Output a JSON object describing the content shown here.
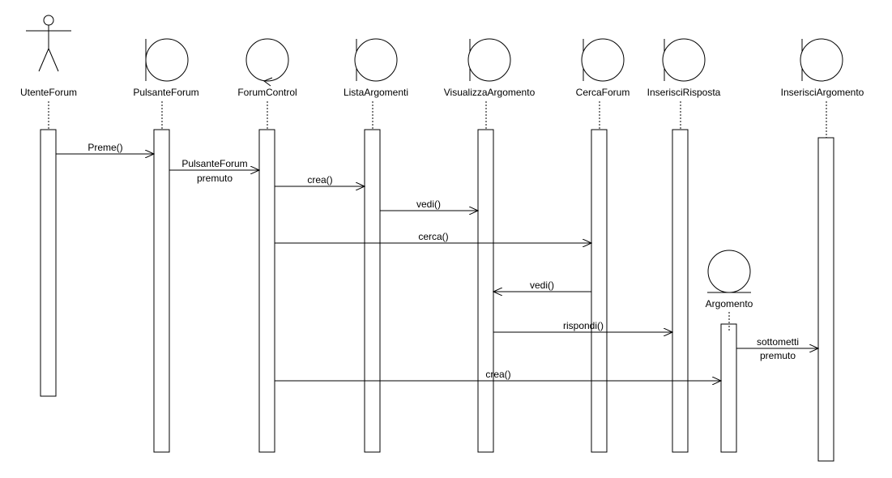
{
  "participants": {
    "utente_forum": "UtenteForum",
    "pulsante_forum": "PulsanteForum",
    "forum_control": "ForumControl",
    "lista_argomenti": "ListaArgomenti",
    "visualizza_argomento": "VisualizzaArgomento",
    "cerca_forum": "CercaForum",
    "inserisci_risposta": "InserisciRisposta",
    "inserisci_argomento": "InserisciArgomento",
    "argomento": "Argomento"
  },
  "messages": {
    "preme": "Preme()",
    "pulsante_forum_premuto_l1": "PulsanteForum",
    "pulsante_forum_premuto_l2": "premuto",
    "crea_lista": "crea()",
    "vedi_1": "vedi()",
    "cerca": "cerca()",
    "vedi_2": "vedi()",
    "rispondi": "rispondi()",
    "sottometti_l1": "sottometti",
    "sottometti_l2": "premuto",
    "crea_argomento": "crea()"
  },
  "icon_names": {
    "actor": "actor-icon",
    "boundary": "boundary-icon",
    "control": "control-icon",
    "entity": "entity-icon"
  }
}
